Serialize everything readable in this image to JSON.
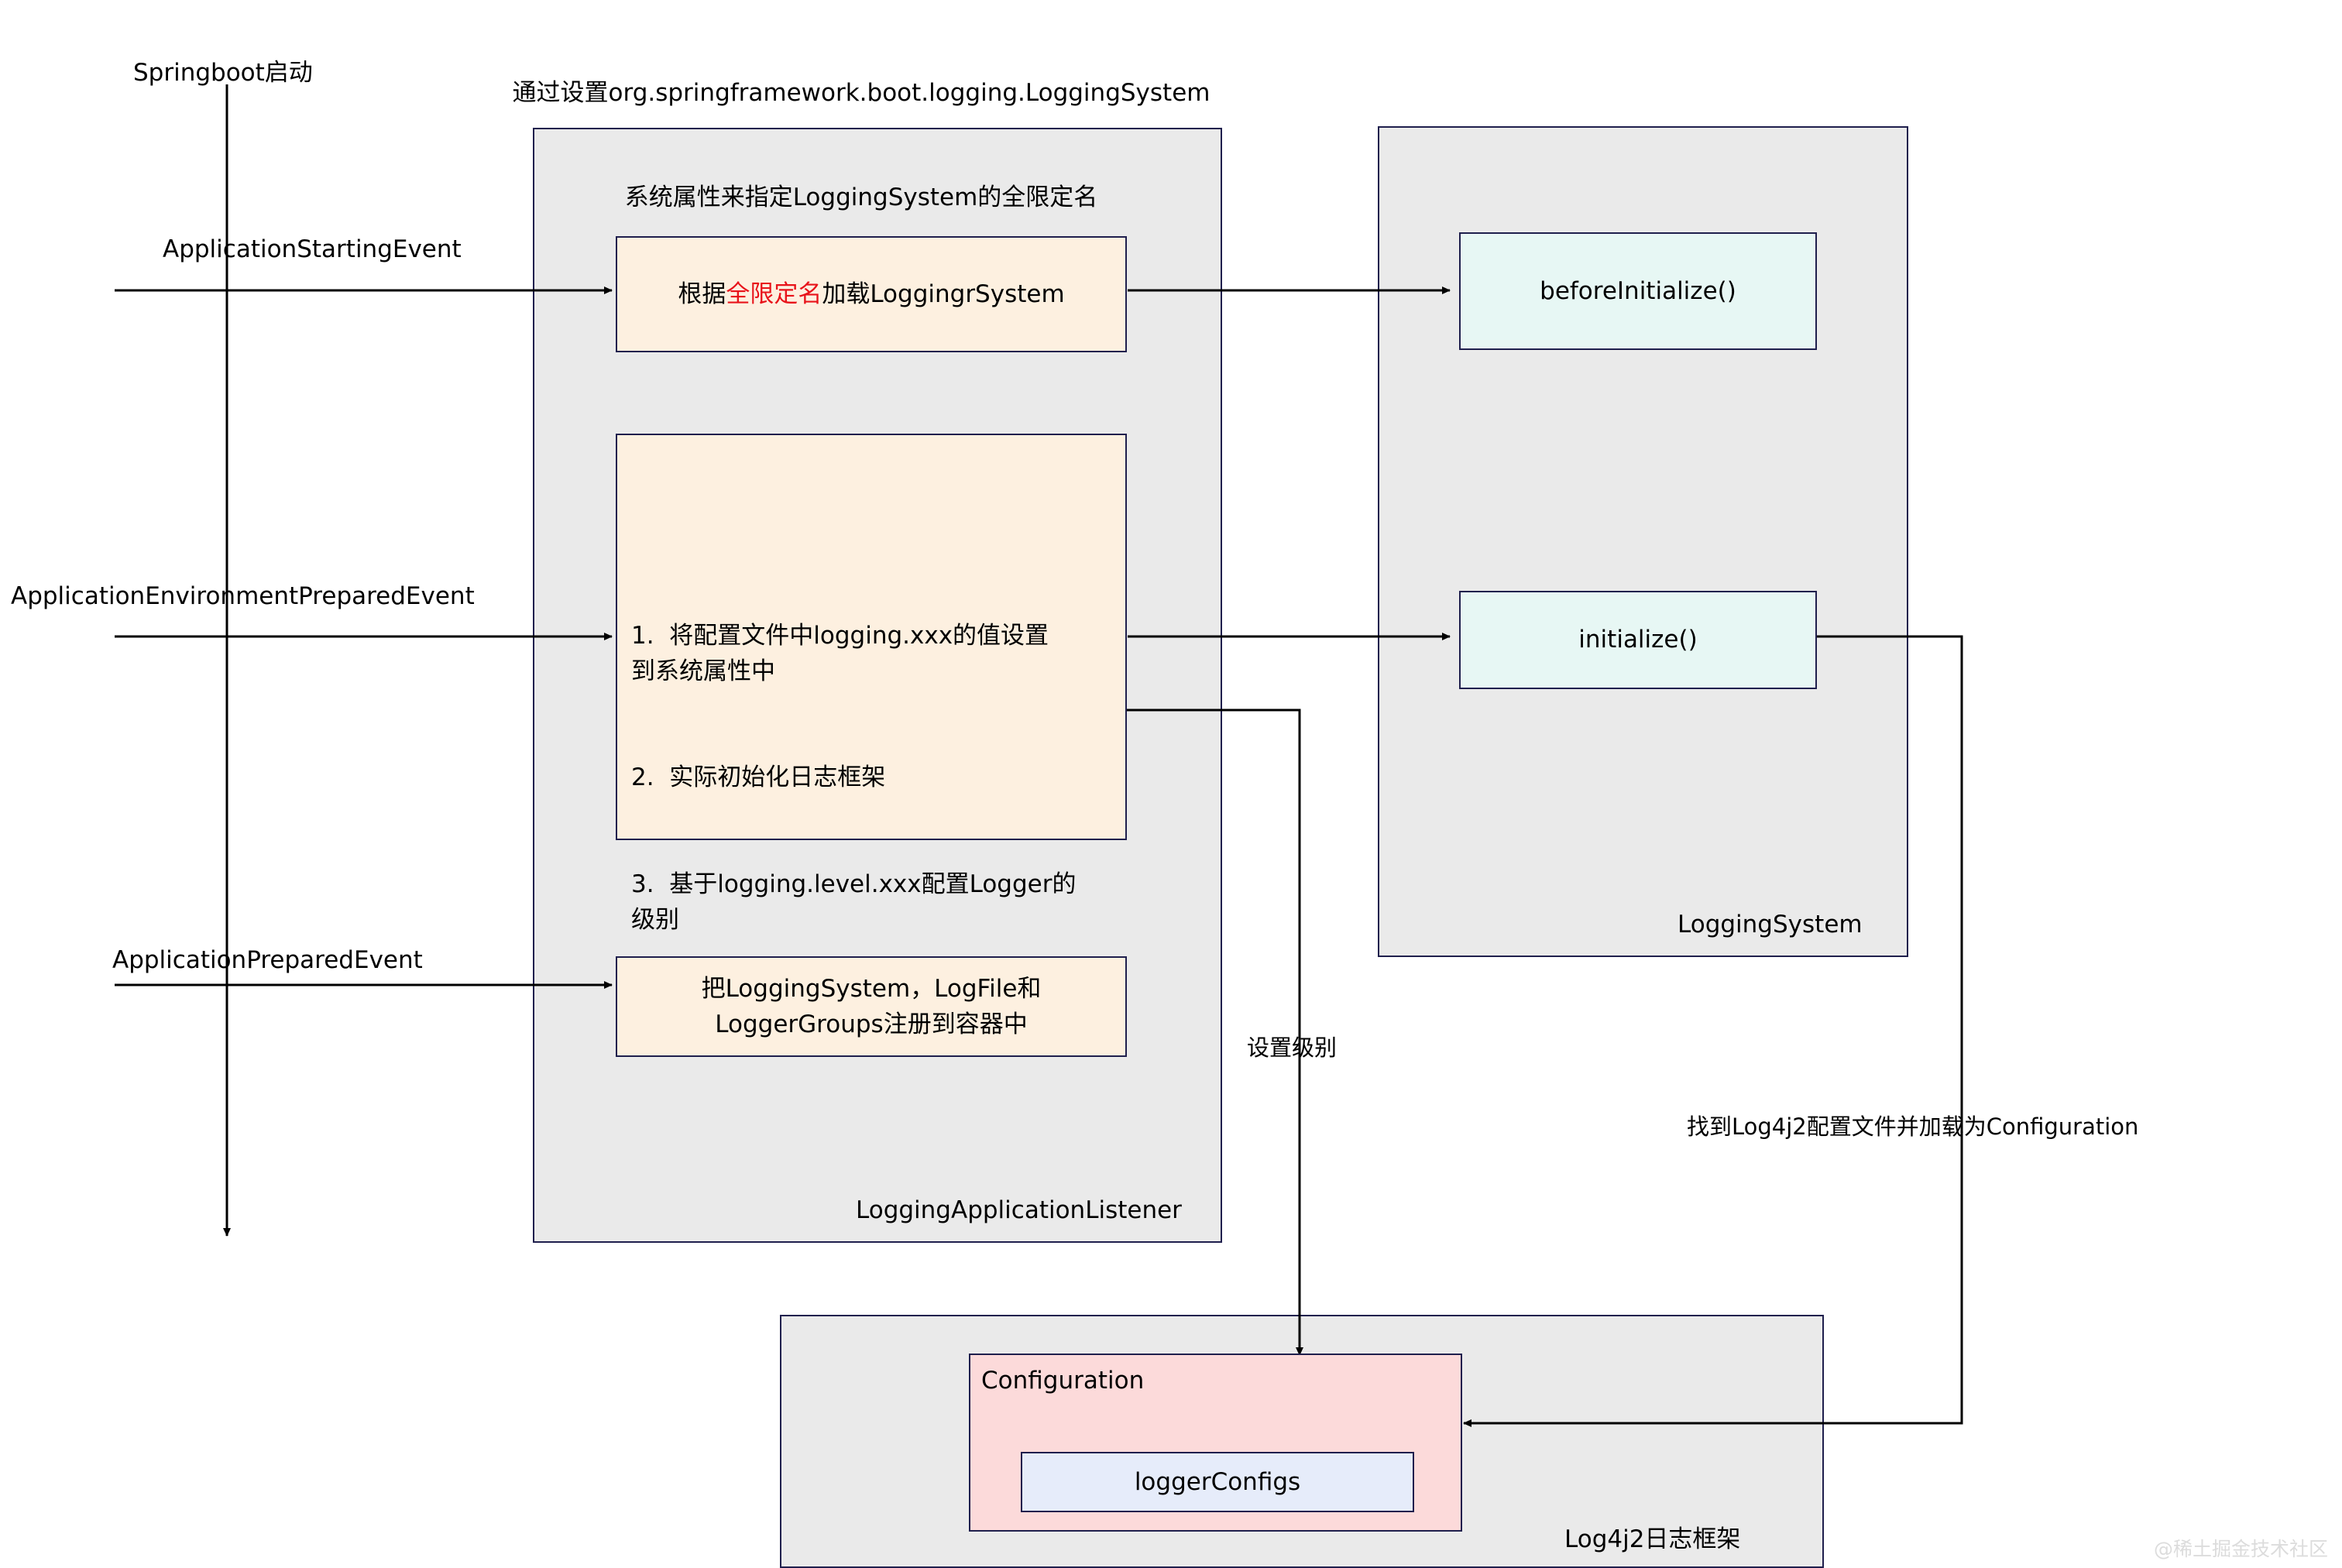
{
  "diagram": {
    "title_line1": "通过设置org.springframework.boot.logging.LoggingSystem",
    "title_line2": "系统属性来指定LoggingSystem的全限定名",
    "lifeline_label": "Springboot启动",
    "watermark": "@稀土掘金技术社区",
    "events": [
      {
        "label": "ApplicationStartingEvent"
      },
      {
        "label": "ApplicationEnvironmentPreparedEvent"
      },
      {
        "label": "ApplicationPreparedEvent"
      }
    ],
    "containers": [
      {
        "label": "LoggingApplicationListener"
      },
      {
        "label": "LoggingSystem"
      },
      {
        "label": "Log4j2日志框架"
      }
    ],
    "nodes": {
      "load_logging_system": {
        "prefix": "根据",
        "highlight": "全限定名",
        "suffix": "加载LoggingrSystem"
      },
      "steps": {
        "item1": "1.  将配置文件中logging.xxx的值设置\n到系统属性中",
        "item2": "2.  实际初始化日志框架",
        "item3": "3.  基于logging.level.xxx配置Logger的\n级别"
      },
      "register_beans": "把LoggingSystem，LogFile和\nLoggerGroups注册到容器中",
      "before_initialize": "beforeInitialize()",
      "initialize": "initialize()",
      "configuration": "Configuration",
      "logger_configs": "loggerConfigs"
    },
    "edge_labels": {
      "set_level": "设置级别",
      "find_log4j2_config": "找到Log4j2配置文件并加载为Configuration"
    },
    "colors": {
      "container_fill": "#eaeaea",
      "border": "#1f1f4d",
      "orange_fill": "#fdf0e0",
      "cyan_fill": "#e7f7f4",
      "pink_fill": "#fcdada",
      "blue_fill": "#e6ecfa",
      "highlight_red": "#e8131a",
      "line": "#000000"
    }
  }
}
